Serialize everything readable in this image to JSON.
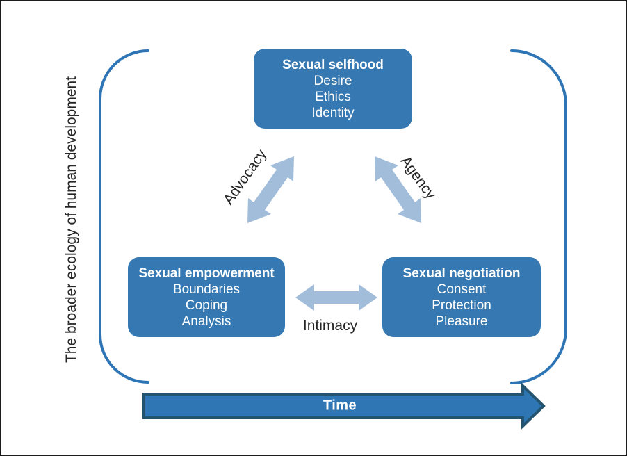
{
  "figure": {
    "vertical_axis_label": "The broader ecology of human development",
    "time_label": "Time"
  },
  "boxes": {
    "selfhood": {
      "title": "Sexual selfhood",
      "items": [
        "Desire",
        "Ethics",
        "Identity"
      ]
    },
    "empowerment": {
      "title": "Sexual empowerment",
      "items": [
        "Boundaries",
        "Coping",
        "Analysis"
      ]
    },
    "negotiation": {
      "title": "Sexual negotiation",
      "items": [
        "Consent",
        "Protection",
        "Pleasure"
      ]
    }
  },
  "connectors": {
    "advocacy": "Advocacy",
    "agency": "Agency",
    "intimacy": "Intimacy"
  },
  "colors": {
    "box_fill": "#3679b2",
    "box_text": "#ffffff",
    "connector_fill": "#a2bdda",
    "bracket_stroke": "#2e75b6",
    "time_fill": "#2f76b4",
    "time_stroke": "#23536e",
    "text_dark": "#262626"
  }
}
